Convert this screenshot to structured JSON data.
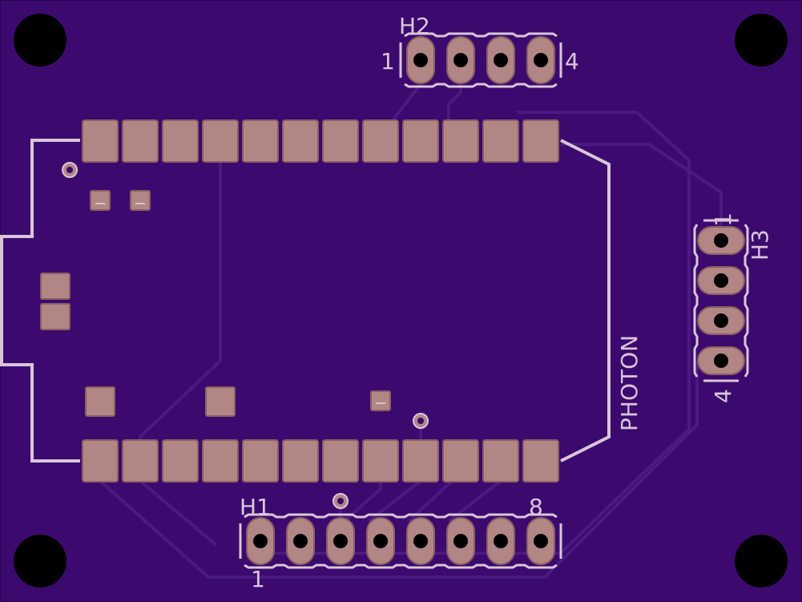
{
  "colors": {
    "board": "#3c0a6e",
    "trace": "#4a1a82",
    "silk": "#d9c6d9",
    "pad": "#b38686",
    "hole": "#000000"
  },
  "labels": {
    "h1": "H1",
    "h1_first": "1",
    "h1_last": "8",
    "h2": "H2",
    "h2_first": "1",
    "h2_last": "4",
    "h3": "H3",
    "h3_first": "1",
    "h3_last": "4",
    "module": "PHOTON"
  },
  "headers": {
    "h1_pins": 8,
    "h2_pins": 4,
    "h3_pins": 4
  },
  "module_pins_per_row": 12,
  "mounting_holes": [
    "top-left",
    "top-right",
    "bottom-left",
    "bottom-right"
  ]
}
